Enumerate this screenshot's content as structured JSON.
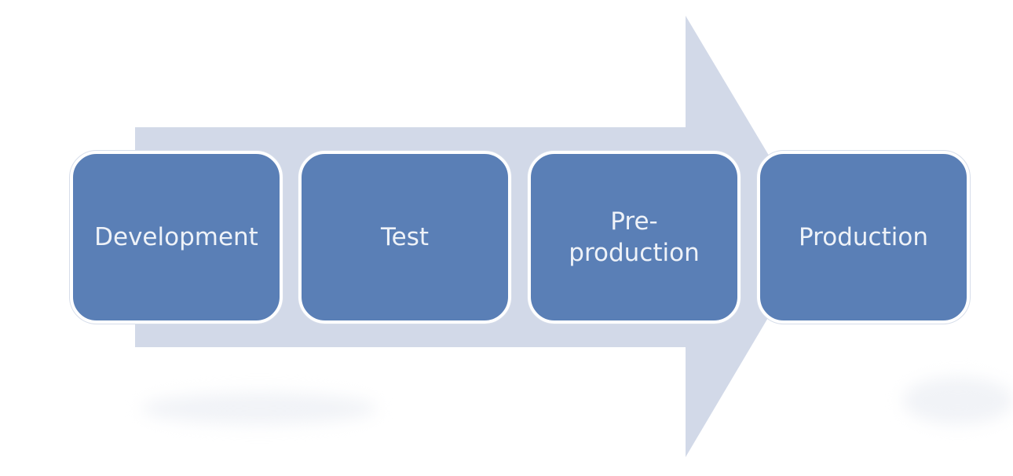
{
  "diagram": {
    "type": "process-arrow",
    "colors": {
      "arrow": "#d2d9e8",
      "step_fill": "#5a7fb6",
      "step_border": "#ffffff",
      "step_text": "#eef2f8"
    },
    "steps": [
      {
        "label": "Development"
      },
      {
        "label": "Test"
      },
      {
        "label": "Pre-production"
      },
      {
        "label": "Production"
      }
    ]
  }
}
